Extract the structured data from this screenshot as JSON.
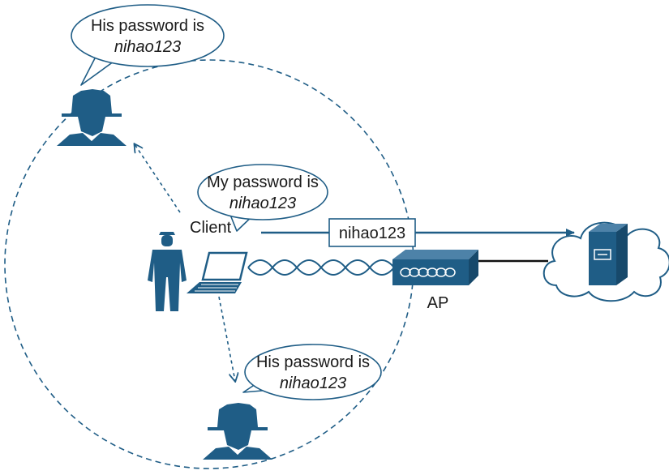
{
  "colors": {
    "primary": "#1f5d86",
    "bubble_stroke": "#1f5d86",
    "text": "#1a1a1a",
    "background": "#ffffff"
  },
  "icons": [
    "eavesdropper-icon",
    "client-person-icon",
    "laptop-icon",
    "access-point-icon",
    "cloud-icon",
    "server-icon"
  ],
  "bubbles": {
    "attacker_top": {
      "line1": "His password is",
      "line2": "nihao123"
    },
    "client": {
      "line1": "My password is",
      "line2": "nihao123"
    },
    "attacker_bottom": {
      "line1": "His password is",
      "line2": "nihao123"
    }
  },
  "labels": {
    "client": "Client",
    "ap": "AP",
    "transmitted_password": "nihao123"
  }
}
